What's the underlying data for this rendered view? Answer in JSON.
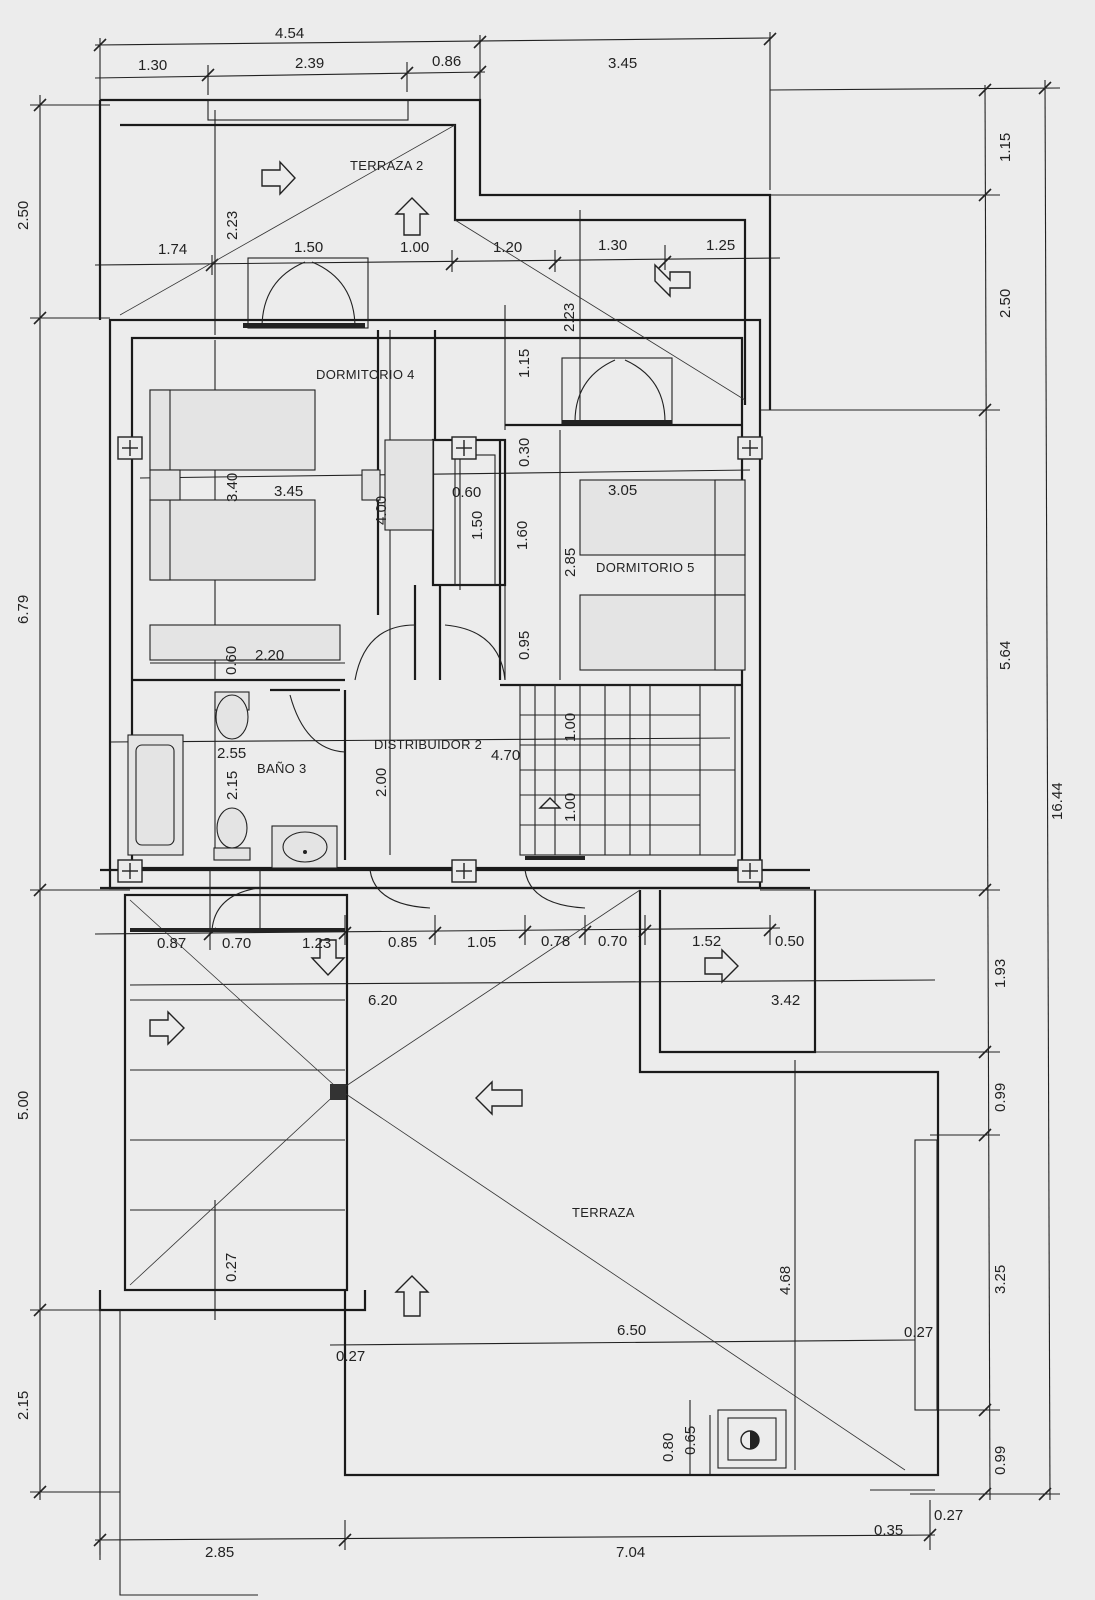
{
  "rooms": {
    "terraza2": "TERRAZA 2",
    "dormitorio4": "DORMITORIO 4",
    "dormitorio5": "DORMITORIO 5",
    "bano3": "BAÑO 3",
    "distribuidor2": "DISTRIBUIDOR 2",
    "terraza": "TERRAZA"
  },
  "dims": {
    "top_total": "4.54",
    "top_1": "1.30",
    "top_2": "2.39",
    "top_3": "0.86",
    "top_4": "3.45",
    "t2_1": "1.74",
    "t2_2": "1.50",
    "t2_3": "1.00",
    "t2_4": "1.20",
    "t2_5": "1.30",
    "t2_6": "1.25",
    "t2_h1": "2.23",
    "t2_h2": "2.23",
    "h_115": "1.15",
    "d4_w": "3.45",
    "d4_h": "3.40",
    "closet_h": "4.00",
    "w_060a": "0.60",
    "h_150": "1.50",
    "h_160": "1.60",
    "h_030": "0.30",
    "d5_w": "3.05",
    "d5_h": "2.85",
    "h_095": "0.95",
    "h_060b": "0.60",
    "w_220": "2.20",
    "b3_w": "2.55",
    "b3_h": "2.15",
    "dist_h": "2.00",
    "dist_w": "4.70",
    "stair_1": "1.00",
    "stair_2": "1.00",
    "row_1": "0.87",
    "row_2": "0.70",
    "row_3": "1.23",
    "row_4": "0.85",
    "row_5": "1.05",
    "row_6": "0.78",
    "row_7": "0.70",
    "row_8": "1.52",
    "row_9": "0.50",
    "w_620": "6.20",
    "w_342": "3.42",
    "h_027a": "0.27",
    "w_650": "6.50",
    "w_027b": "0.27",
    "w_027c": "0.27",
    "h_468": "4.68",
    "h_080": "0.80",
    "h_065": "0.65",
    "w_035": "0.35",
    "w_027d": "0.27",
    "bot_1": "2.85",
    "bot_2": "7.04",
    "left_1": "2.50",
    "left_2": "6.79",
    "left_3": "5.00",
    "left_4": "2.15",
    "right_1": "1.15",
    "right_2": "2.50",
    "right_3": "5.64",
    "right_4": "1.93",
    "right_5": "0.99",
    "right_6": "3.25",
    "right_7": "0.99",
    "right_total": "16.44"
  }
}
